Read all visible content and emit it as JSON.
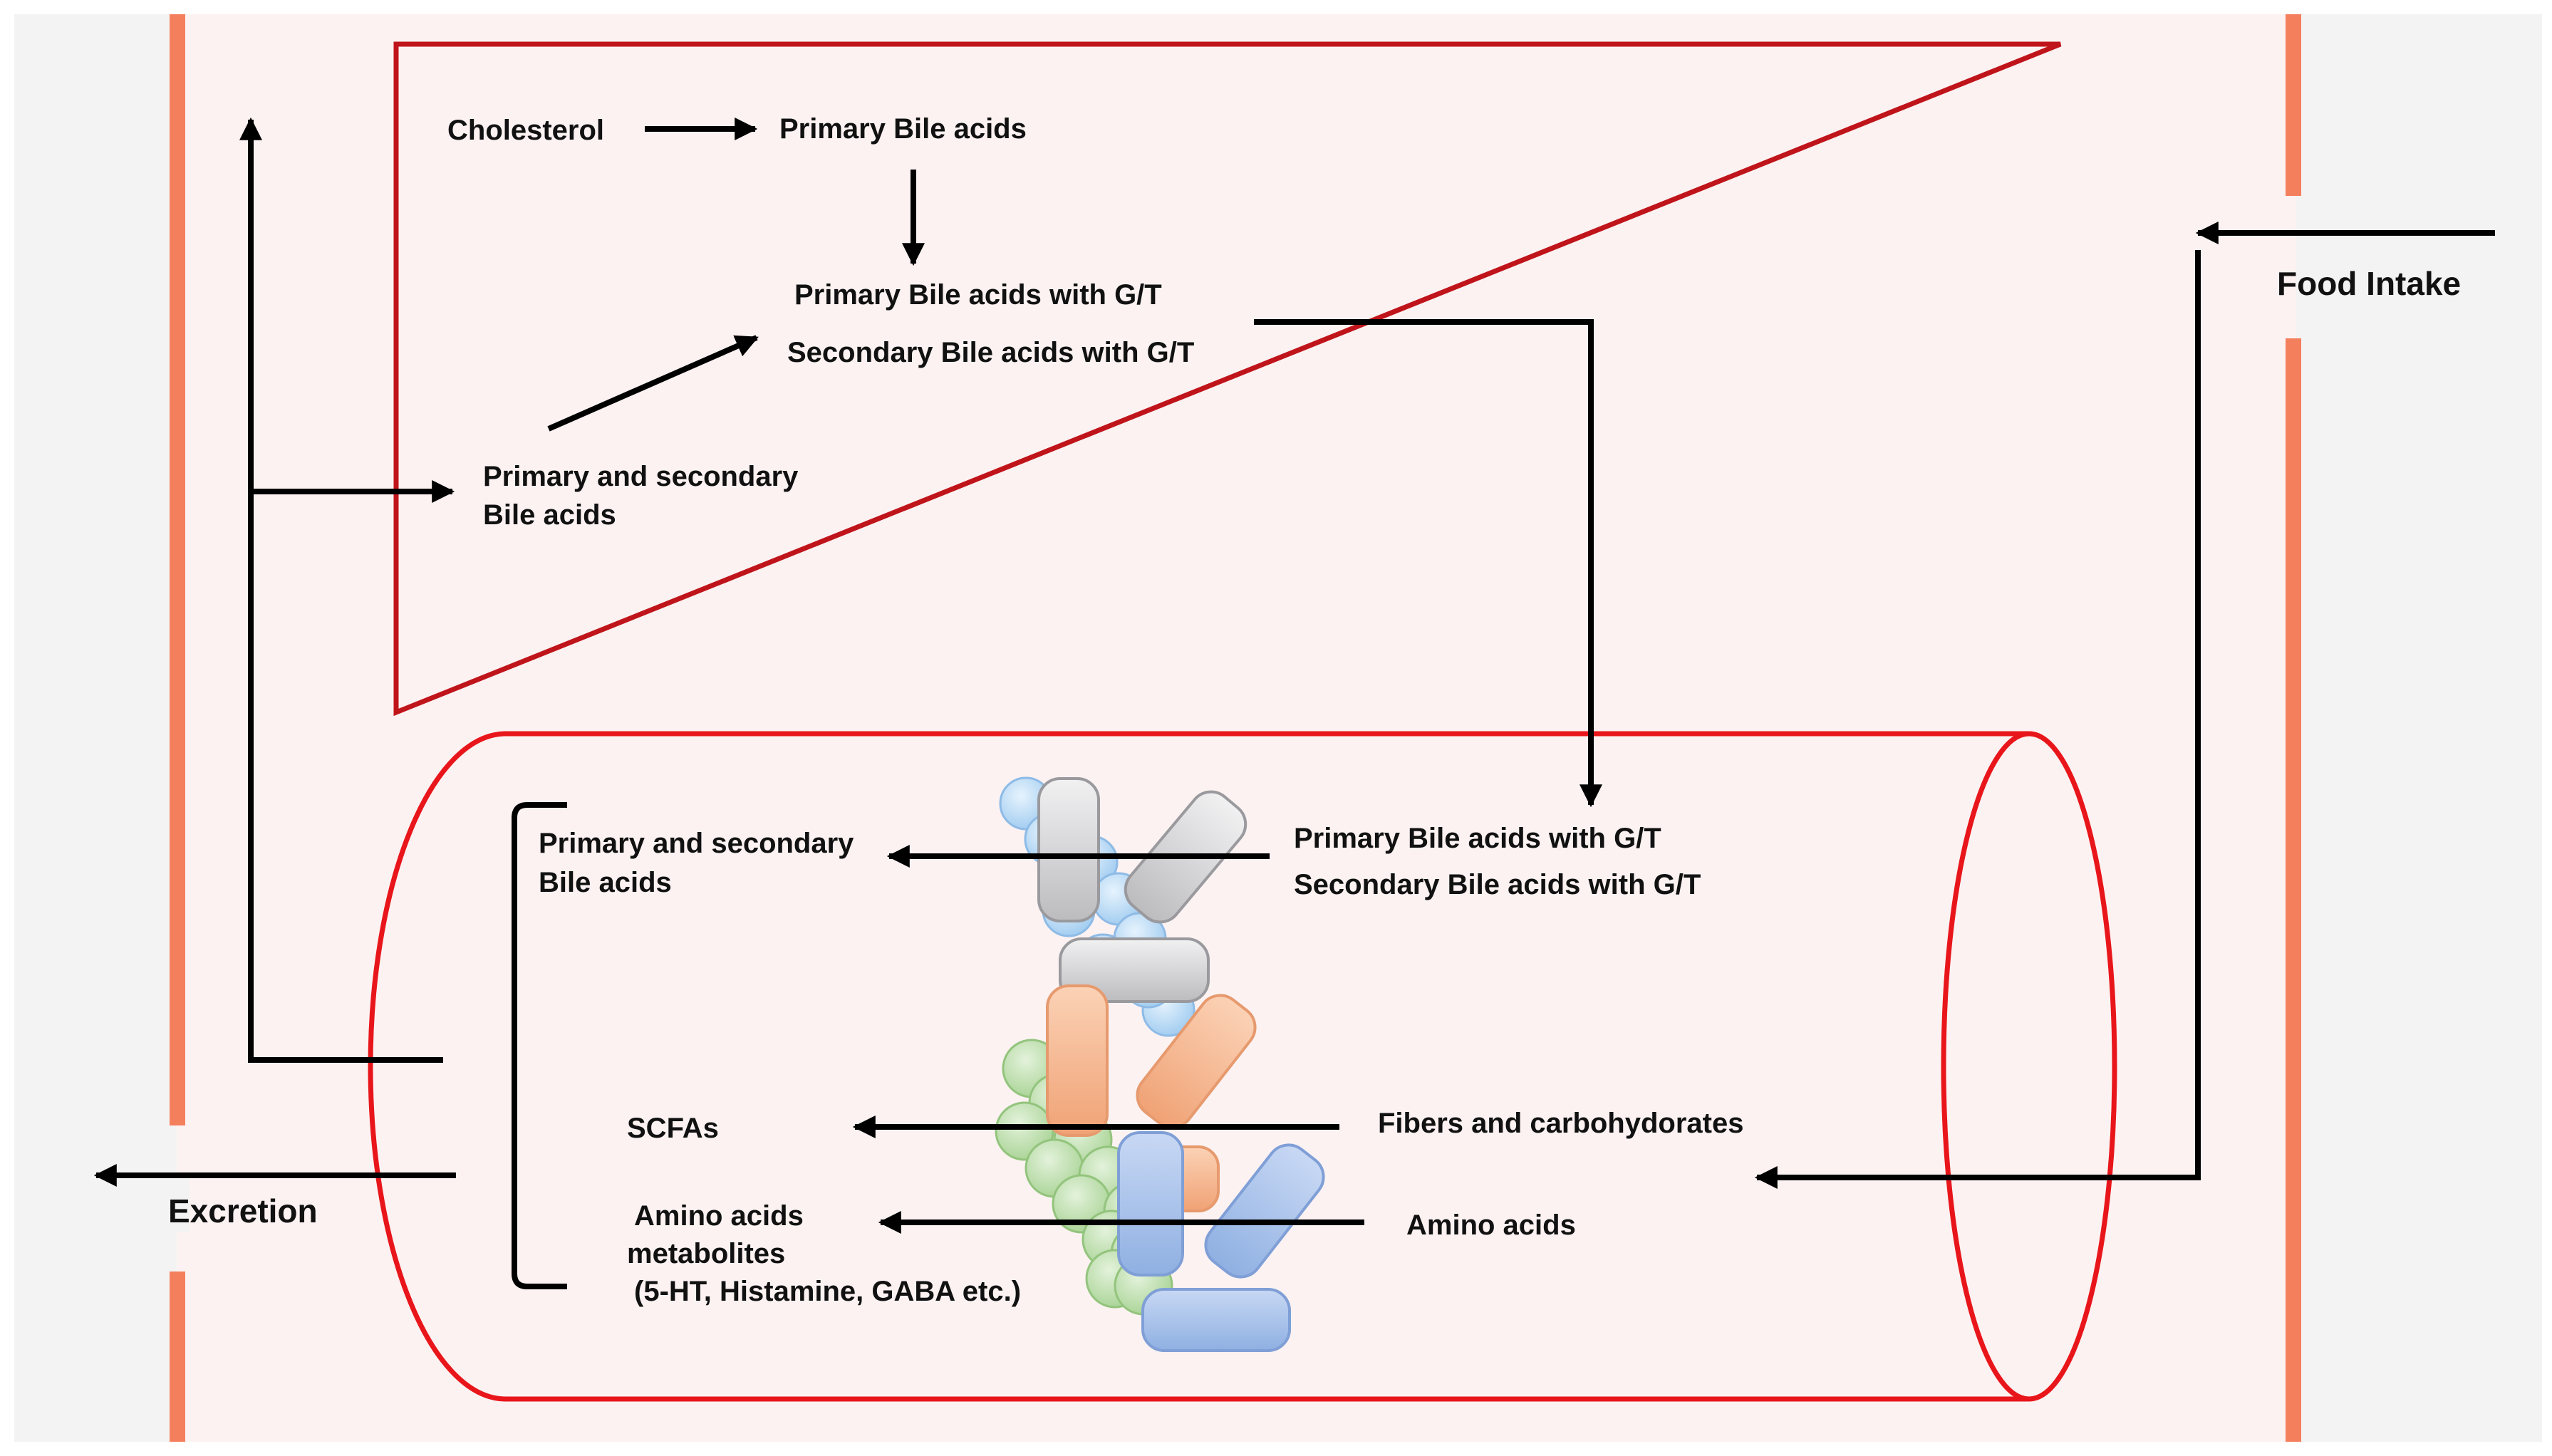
{
  "colors": {
    "outer_background": "#f3f3f3",
    "body_background": "#fcf2f2",
    "body_border": "#f47f5d",
    "liver_outline": "#c0141b",
    "intestine_outline": "#e8161b",
    "arrow": "#000000",
    "bacteria_gray": "#d3d3d5",
    "bacteria_orange": "#f6b48e",
    "bacteria_blue": "#a9c2ea",
    "cocci_blue": "#bcdcf7",
    "cocci_green": "#c4e2b4"
  },
  "liver": {
    "cholesterol": "Cholesterol",
    "primary_bile_acids": "Primary Bile acids",
    "primary_with_gt": "Primary Bile acids with G/T",
    "secondary_with_gt": "Secondary Bile acids with G/T",
    "primary_secondary_line1": "Primary and secondary",
    "primary_secondary_line2": "Bile acids"
  },
  "intestine": {
    "primary_with_gt": "Primary Bile acids with G/T",
    "secondary_with_gt": "Secondary Bile acids with G/T",
    "primary_secondary_line1": "Primary and secondary",
    "primary_secondary_line2": "Bile acids",
    "scfas": "SCFAs",
    "fibers": "Fibers and carbohydorates",
    "amino_acids": "Amino acids",
    "metabolites_line1": "Amino acids",
    "metabolites_line2": "metabolites",
    "metabolites_line3": "(5-HT, Histamine, GABA etc.)"
  },
  "outside": {
    "food_intake": "Food Intake",
    "excretion": "Excretion"
  },
  "icons": [
    "gut-bacteria-cluster-icon"
  ]
}
